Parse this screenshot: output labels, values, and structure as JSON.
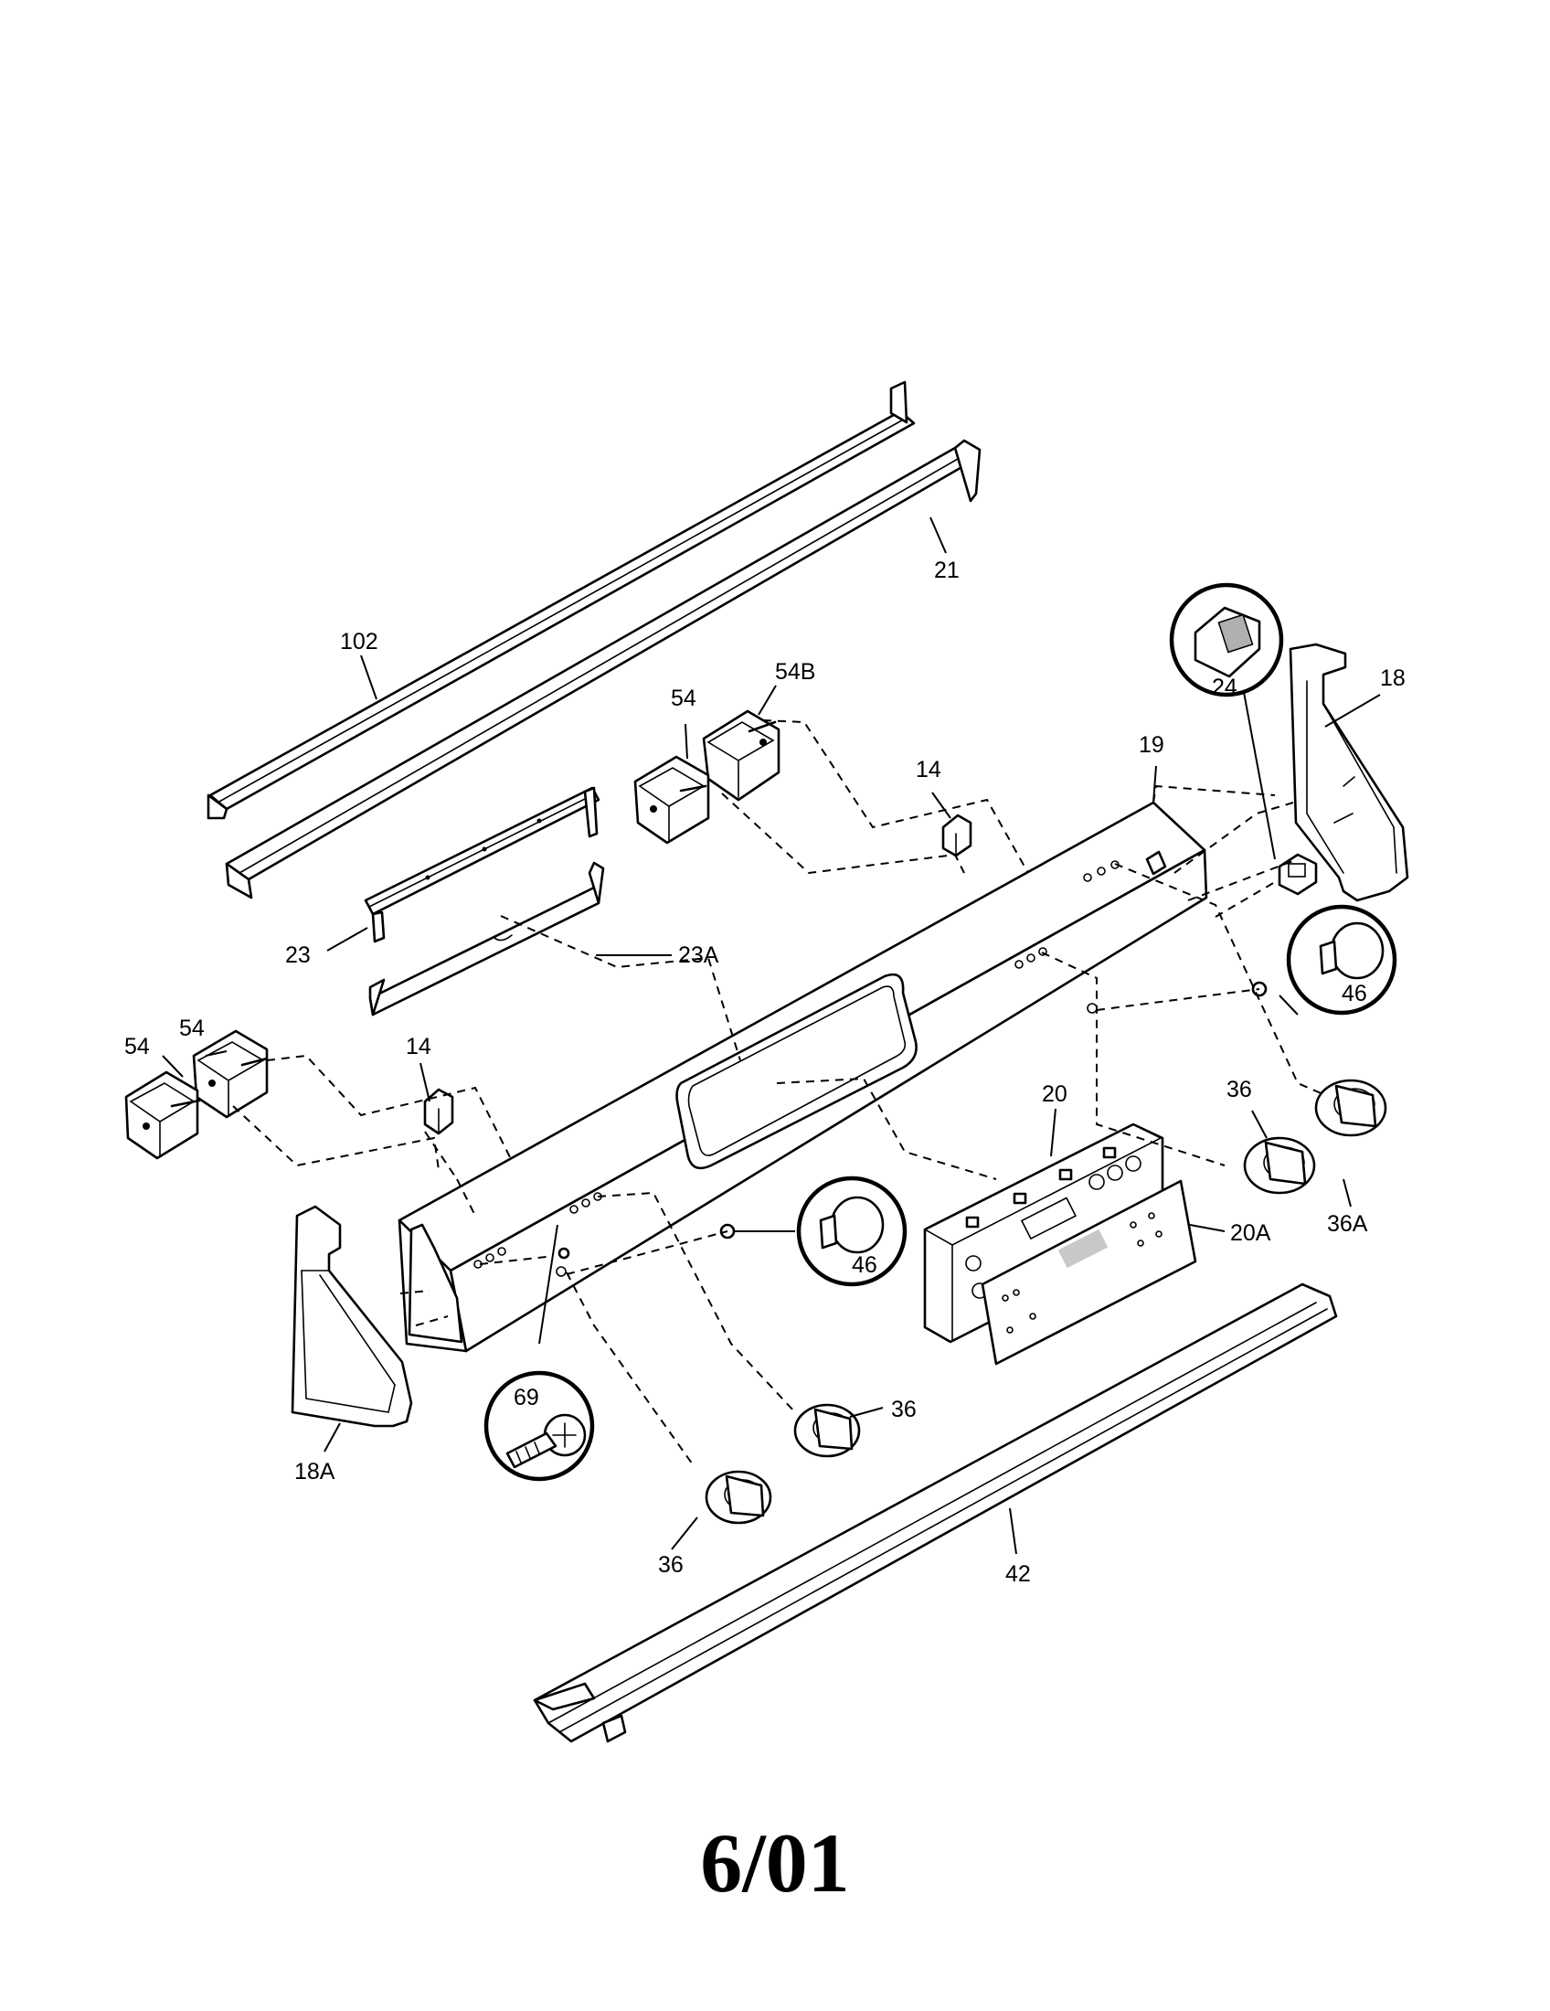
{
  "diagram": {
    "callouts": {
      "c102": "102",
      "c21": "21",
      "c54b": "54B",
      "c54_top": "54",
      "c14_top": "14",
      "c24": "24",
      "c18": "18",
      "c19": "19",
      "c23a": "23A",
      "c23": "23",
      "c54_left1": "54",
      "c54_left2": "54",
      "c14_left": "14",
      "c46_right": "46",
      "c36_right": "36",
      "c36a": "36A",
      "c20": "20",
      "c20a": "20A",
      "c46_mid": "46",
      "c69": "69",
      "c36_mid": "36",
      "c36_bottom": "36",
      "c18a": "18A",
      "c42": "42"
    }
  },
  "footer": {
    "date_code": "6/01"
  }
}
